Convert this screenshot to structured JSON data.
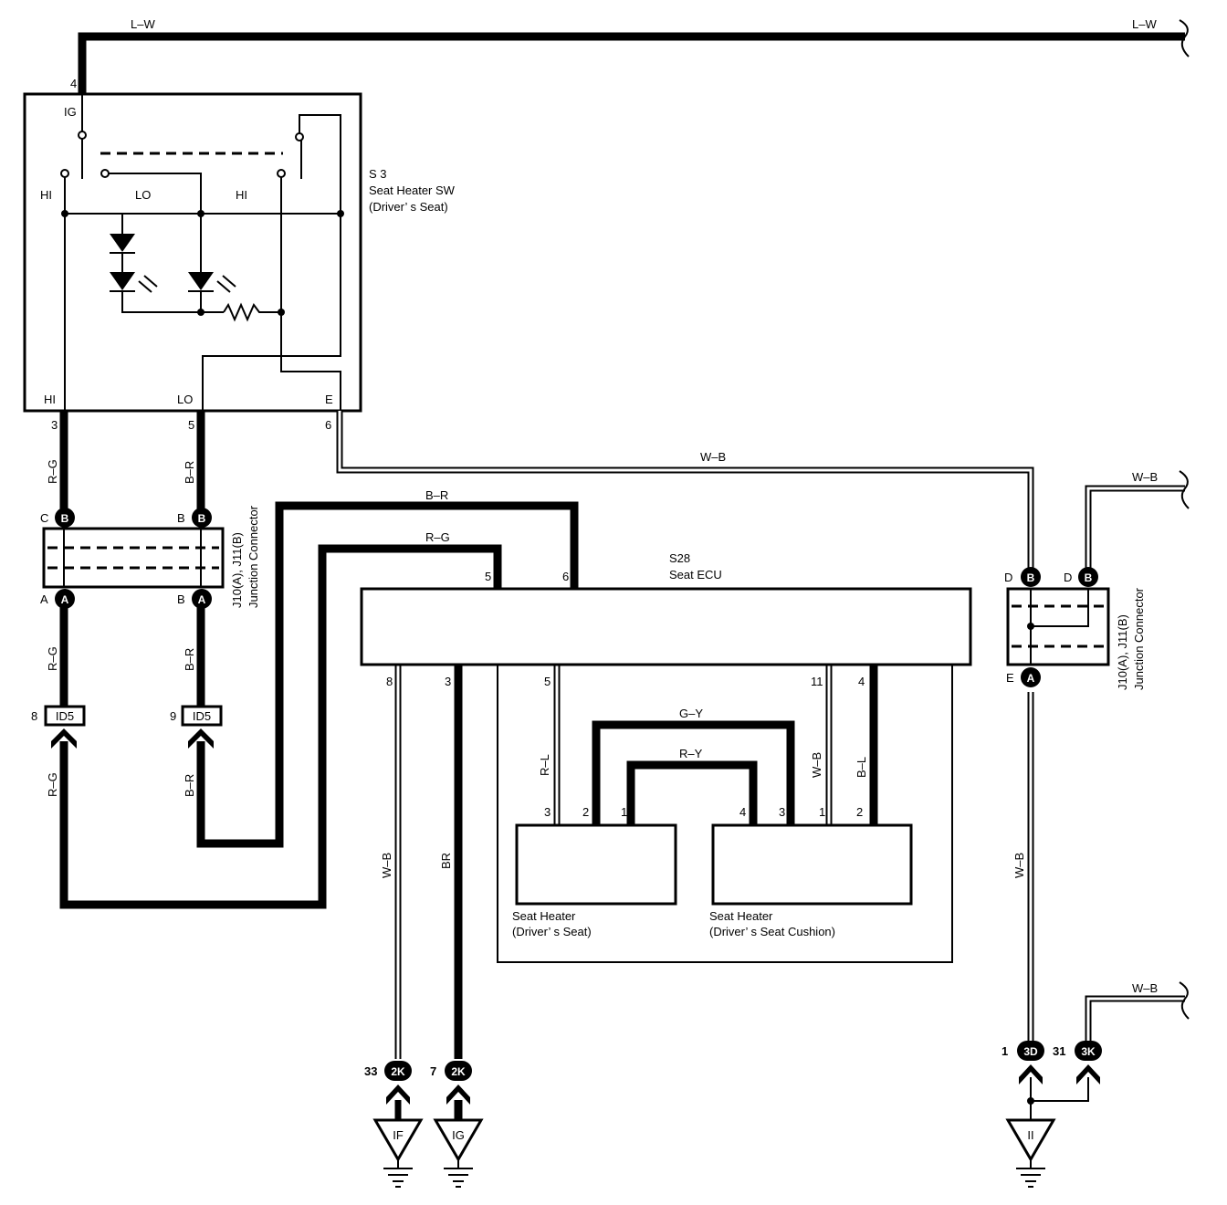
{
  "components": {
    "switch": {
      "code": "S 3",
      "name": "Seat Heater SW",
      "location": "(Driver’ s Seat)",
      "pins": {
        "ig": "IG",
        "hi": "HI",
        "lo": "LO",
        "e": "E"
      },
      "pin_numbers": {
        "ig": "4",
        "hi": "3",
        "lo": "5",
        "e": "6"
      },
      "inner_labels": {
        "hi_left": "HI",
        "lo": "LO",
        "hi_right": "HI"
      }
    },
    "ecu": {
      "code": "S28",
      "name": "Seat ECU",
      "pin_numbers": {
        "top_rg": "5",
        "top_br": "6",
        "bot_wb": "8",
        "bot_br": "3",
        "r_l": "5",
        "w_b": "11",
        "b_l": "4"
      }
    },
    "heater_seat": {
      "line1": "Seat Heater",
      "line2": "(Driver’ s Seat)",
      "pins": [
        "3",
        "2",
        "1"
      ]
    },
    "heater_cushion": {
      "line1": "Seat Heater",
      "line2": "(Driver’ s Seat Cushion)",
      "pins": [
        "4",
        "3",
        "1",
        "2"
      ]
    },
    "junction_left": {
      "name": "J10(A), J11(B)",
      "desc": "Junction Connector",
      "top_pins": [
        "C",
        "B"
      ],
      "top_conn": [
        "B",
        "B"
      ],
      "bot_pins": [
        "A",
        "B"
      ],
      "bot_conn": [
        "A",
        "A"
      ]
    },
    "junction_right": {
      "name": "J10(A), J11(B)",
      "desc": "Junction Connector",
      "top_pins": [
        "D",
        "D"
      ],
      "top_conn": [
        "B",
        "B"
      ],
      "bot_pins": [
        "E"
      ],
      "bot_conn": [
        "A"
      ]
    }
  },
  "connectors": {
    "id5_left": {
      "pin": "8",
      "label": "ID5"
    },
    "id5_right": {
      "pin": "9",
      "label": "ID5"
    },
    "c2k_left": {
      "pin": "33",
      "label": "2K"
    },
    "c2k_right": {
      "pin": "7",
      "label": "2K"
    },
    "c3d": {
      "pin": "1",
      "label": "3D"
    },
    "c3k": {
      "pin": "31",
      "label": "3K"
    }
  },
  "grounds": {
    "if": "IF",
    "ig": "IG",
    "ii": "II"
  },
  "wires": {
    "lw_left": "L–W",
    "lw_right": "L–W",
    "rg_1": "R–G",
    "br_1": "B–R",
    "rg_2": "R–G",
    "br_2": "B–R",
    "rg_3": "R–G",
    "br_3": "B–R",
    "wb_top": "W–B",
    "br_top": "B–R",
    "rg_top": "R–G",
    "wb_right_top": "W–B",
    "wb_right_vert": "W–B",
    "wb_right_bot": "W–B",
    "wb_bot": "W–B",
    "br_bot": "BR",
    "gy": "G–Y",
    "ry": "R–Y",
    "rl": "R–L",
    "wb_ecu": "W–B",
    "bl": "B–L"
  }
}
